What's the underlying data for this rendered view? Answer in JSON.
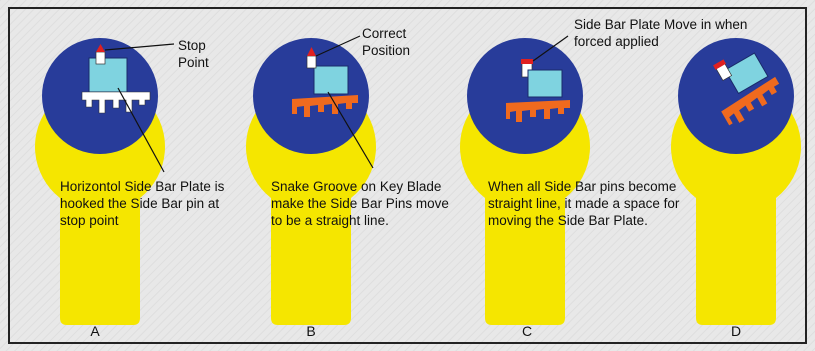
{
  "colors": {
    "background": "#e8e8e8",
    "frame": "#222222",
    "cylinder": "#f5e600",
    "plug": "#283c9a",
    "plate": "#7fd3e0",
    "pins_white": "#ffffff",
    "pins_orange": "#f06a1e",
    "pin_tip": "#e02020",
    "leader": "#111111"
  },
  "panels": [
    {
      "letter": "A",
      "callout": [
        "Stop",
        "Point"
      ],
      "caption": [
        "Horizontol Side Bar Plate is",
        "hooked the Side Bar pin at",
        "stop point"
      ]
    },
    {
      "letter": "B",
      "callout": [
        "Correct",
        "Position"
      ],
      "caption": [
        "Snake Groove on Key Blade",
        "make the Side Bar Pins move",
        "to be a straight line."
      ]
    },
    {
      "letter": "C",
      "callout": [
        "Side Bar Plate Move in when",
        "forced applied"
      ],
      "caption": [
        "When all Side Bar pins become",
        "straight line, it made a space for",
        "moving the Side Bar Plate."
      ]
    },
    {
      "letter": "D",
      "callout": [],
      "caption": []
    }
  ]
}
